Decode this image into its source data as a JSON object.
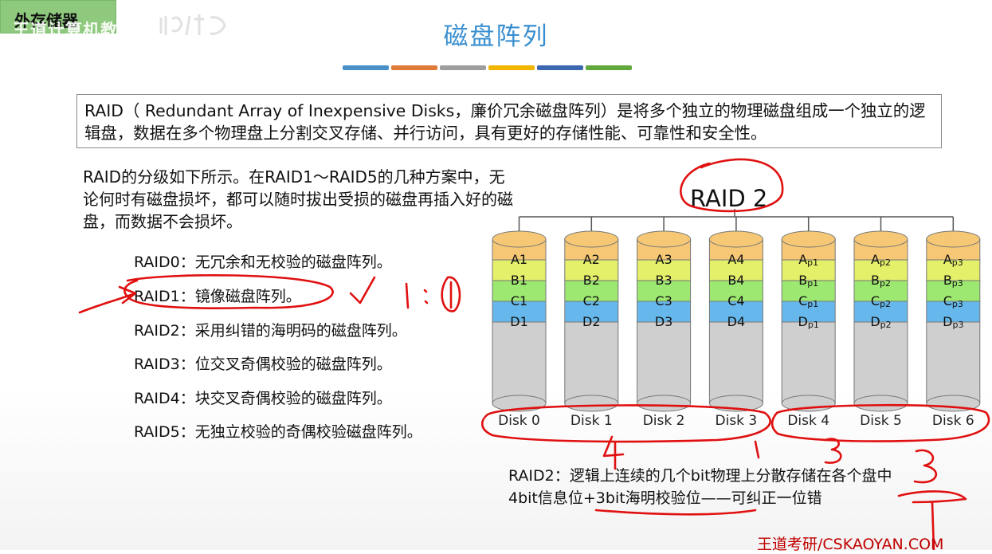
{
  "header": {
    "corner_title": "外存储器",
    "watermark_text": "王道计算机教育",
    "slide_title": "磁盘阵列"
  },
  "accent_bars": [
    "#4a90c8",
    "#e07b39",
    "#9e9e9e",
    "#f2b500",
    "#3b68b0",
    "#62a83c"
  ],
  "definition": "RAID（ Redundant Array of Inexpensive Disks，廉价冗余磁盘阵列）是将多个独立的物理磁盘组成一个独立的逻辑盘，数据在多个物理盘上分割交叉存储、并行访问，具有更好的存储性能、可靠性和安全性。",
  "intro": "RAID的分级如下所示。在RAID1～RAID5的几种方案中，无论何时有磁盘损坏，都可以随时拔出受损的磁盘再插入好的磁盘，而数据不会损坏。",
  "levels": [
    "RAID0：无冗余和无校验的磁盘阵列。",
    "RAID1：镜像磁盘阵列。",
    "RAID2：采用纠错的海明码的磁盘阵列。",
    "RAID3：位交叉奇偶校验的磁盘阵列。",
    "RAID4：块交叉奇偶校验的磁盘阵列。",
    "RAID5：无独立校验的奇偶校验磁盘阵列。"
  ],
  "diagram": {
    "title": "RAID 2",
    "layer_colors": [
      "#f6c875",
      "#e4ef6a",
      "#9de870",
      "#66b8ec",
      "#cfcfcf"
    ],
    "disks": [
      {
        "label": "Disk 0",
        "cells": [
          [
            "A",
            "1"
          ],
          [
            "B",
            "1"
          ],
          [
            "C",
            "1"
          ],
          [
            "D",
            "1"
          ]
        ],
        "parity": false
      },
      {
        "label": "Disk 1",
        "cells": [
          [
            "A",
            "2"
          ],
          [
            "B",
            "2"
          ],
          [
            "C",
            "2"
          ],
          [
            "D",
            "2"
          ]
        ],
        "parity": false
      },
      {
        "label": "Disk 2",
        "cells": [
          [
            "A",
            "3"
          ],
          [
            "B",
            "3"
          ],
          [
            "C",
            "3"
          ],
          [
            "D",
            "3"
          ]
        ],
        "parity": false
      },
      {
        "label": "Disk 3",
        "cells": [
          [
            "A",
            "4"
          ],
          [
            "B",
            "4"
          ],
          [
            "C",
            "4"
          ],
          [
            "D",
            "4"
          ]
        ],
        "parity": false
      },
      {
        "label": "Disk 4",
        "cells": [
          [
            "A",
            "p1"
          ],
          [
            "B",
            "p1"
          ],
          [
            "C",
            "p1"
          ],
          [
            "D",
            "p1"
          ]
        ],
        "parity": true
      },
      {
        "label": "Disk 5",
        "cells": [
          [
            "A",
            "p2"
          ],
          [
            "B",
            "p2"
          ],
          [
            "C",
            "p2"
          ],
          [
            "D",
            "p2"
          ]
        ],
        "parity": true
      },
      {
        "label": "Disk 6",
        "cells": [
          [
            "A",
            "p3"
          ],
          [
            "B",
            "p3"
          ],
          [
            "C",
            "p3"
          ],
          [
            "D",
            "p3"
          ]
        ],
        "parity": true
      }
    ]
  },
  "notes": [
    "RAID2：逻辑上连续的几个bit物理上分散存储在各个盘中",
    "4bit信息位+3bit海明校验位——可纠正一位错"
  ],
  "annotations": {
    "ratio": "1:1",
    "data_count": "4",
    "parity_count": "3",
    "parity_bits": "3",
    "extra": "1"
  },
  "footer": "王道考研/CSKAOYAN.COM"
}
